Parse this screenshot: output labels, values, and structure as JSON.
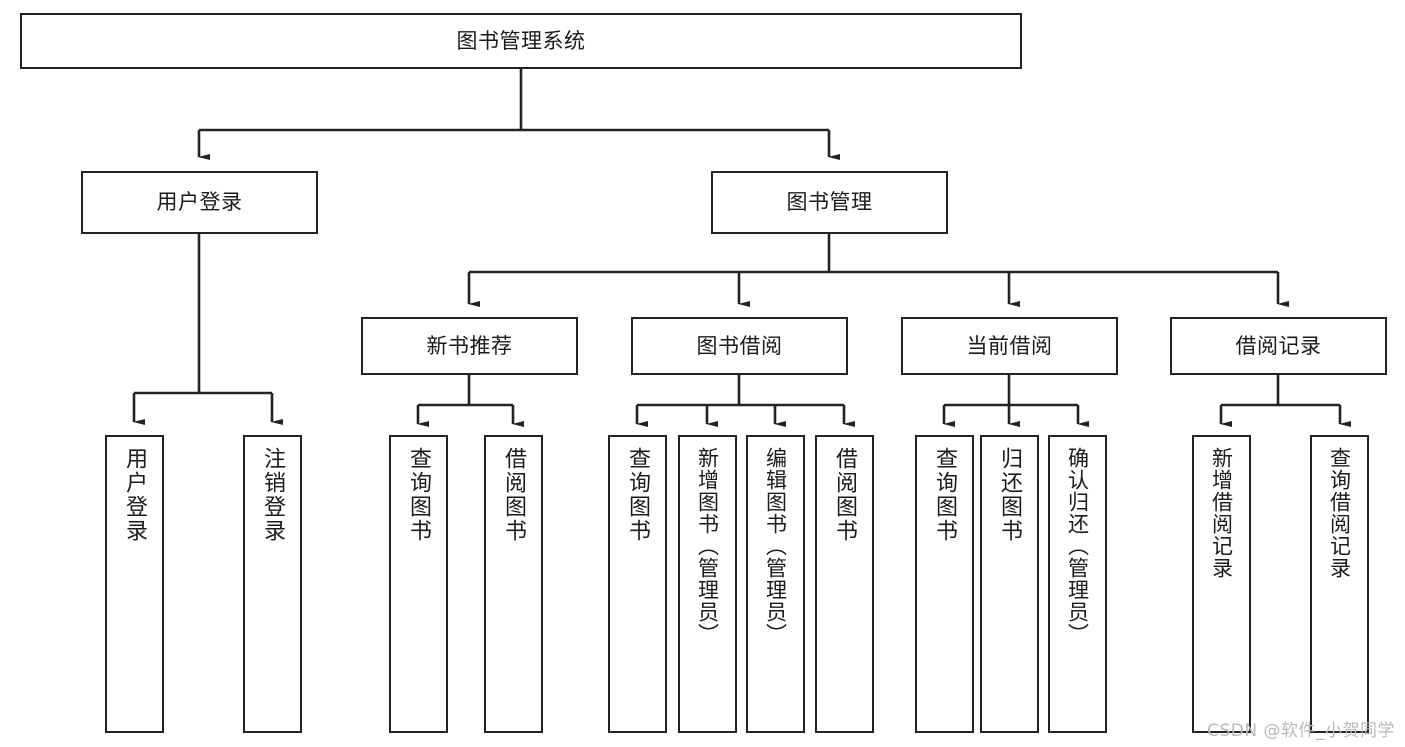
{
  "diagram": {
    "type": "tree",
    "title": "图书管理系统",
    "orientation": "top-down",
    "colors": {
      "box_stroke": "#232323",
      "box_fill": "#ffffff",
      "edge": "#232323",
      "text": "#1b1b1b",
      "watermark": "#b9b9b9",
      "background": "#ffffff"
    },
    "root": {
      "label": "图书管理系统"
    },
    "level2": [
      {
        "label": "用户登录"
      },
      {
        "label": "图书管理"
      }
    ],
    "level3": [
      {
        "label": "新书推荐"
      },
      {
        "label": "图书借阅"
      },
      {
        "label": "当前借阅"
      },
      {
        "label": "借阅记录"
      }
    ],
    "leaves": {
      "user_login": [
        {
          "label": "用户登录"
        },
        {
          "label": "注销登录"
        }
      ],
      "new_book_recommend": [
        {
          "label": "查询图书"
        },
        {
          "label": "借阅图书"
        }
      ],
      "book_borrow": [
        {
          "label": "查询图书"
        },
        {
          "label": "新增图书（管理员）"
        },
        {
          "label": "编辑图书（管理员）"
        },
        {
          "label": "借阅图书"
        }
      ],
      "current_borrow": [
        {
          "label": "查询图书"
        },
        {
          "label": "归还图书"
        },
        {
          "label": "确认归还（管理员）"
        }
      ],
      "borrow_record": [
        {
          "label": "新增借阅记录"
        },
        {
          "label": "查询借阅记录"
        }
      ]
    }
  },
  "watermark": {
    "text": "CSDN @软件_小贺同学"
  }
}
